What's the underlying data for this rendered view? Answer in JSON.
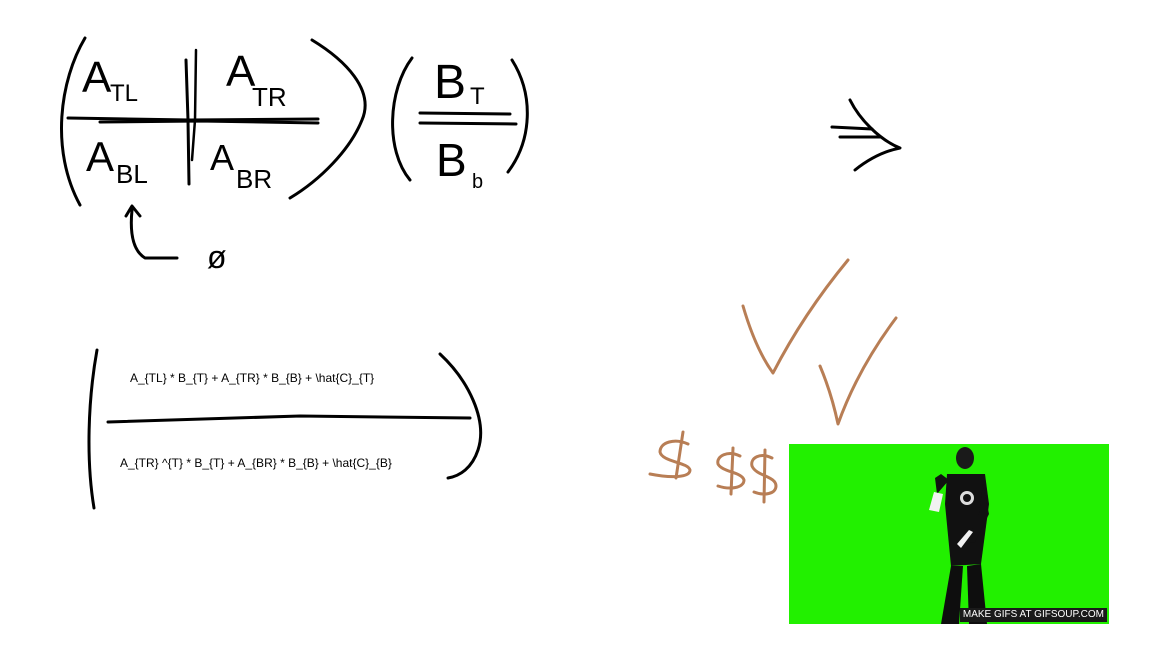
{
  "matrix_a": {
    "top_left": "A",
    "top_left_sub": "TL",
    "top_right": "A",
    "top_right_sub": "TR",
    "bottom_left": "A",
    "bottom_left_sub": "BL",
    "bottom_right": "A",
    "bottom_right_sub": "BR"
  },
  "vector_b": {
    "top": "B",
    "top_sub": "T",
    "bottom": "B",
    "bottom_sub": "b"
  },
  "zero_annotation": "ø",
  "formulas": {
    "top": "A_{TL} * B_{T} + A_{TR} * B_{B} + \\hat{C}_{T}",
    "bottom": "A_{TR} ^{T} * B_{T} + A_{BR} * B_{B} + \\hat{C}_{B}"
  },
  "money_annotation": "$ $$",
  "gif": {
    "watermark": "MAKE GIFS AT GIFSOUP.COM",
    "background_color": "#22f000"
  },
  "colors": {
    "ink": "#000000",
    "annotation": "#b87e55"
  }
}
